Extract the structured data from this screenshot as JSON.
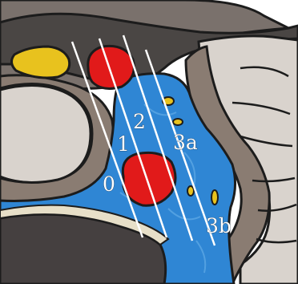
{
  "labels": {
    "zone_0": "0",
    "zone_1": "1",
    "zone_2": "2",
    "zone_3a": "3a",
    "zone_3b": "3b"
  },
  "colors": {
    "background": "#ffffff",
    "outline": "#1c1c1c",
    "upper_tissue": "#7a716c",
    "dark_tissue": "#4a4644",
    "lower_mass": "#454040",
    "pale_tissue": "#d9d3cd",
    "brown_band": "#8a7c72",
    "blue_space": "#2f86d4",
    "red_vessel": "#e11a1a",
    "yellow_nerve": "#e8c21e",
    "white_line": "#ffffff"
  }
}
